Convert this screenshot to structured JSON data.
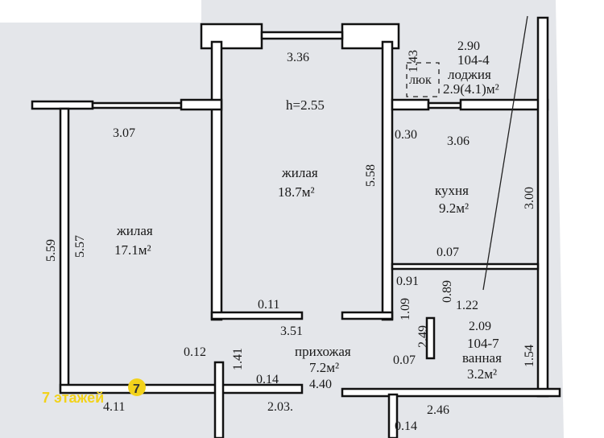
{
  "plan": {
    "height_label": "h=2.55",
    "rooms": {
      "living_left": {
        "name": "жилая",
        "area": "17.1м²"
      },
      "living_center": {
        "name": "жилая",
        "area": "18.7м²"
      },
      "kitchen": {
        "name": "кухня",
        "area": "9.2м²"
      },
      "loggia": {
        "code": "104-4",
        "name": "лоджия",
        "area": "2.9(4.1)м²",
        "hatch": "люк"
      },
      "hall": {
        "name": "прихожая",
        "area": "7.2м²"
      },
      "bath": {
        "code": "104-7",
        "name": "ванная",
        "area": "3.2м²"
      }
    },
    "dimensions": [
      "3.36",
      "2.90",
      "1.43",
      "3.07",
      "0.30",
      "3.06",
      "5.58",
      "3.00",
      "5.59",
      "5.57",
      "0.07",
      "0.91",
      "0.89",
      "1.22",
      "0.11",
      "1.09",
      "3.51",
      "2.09",
      "2.49",
      "0.12",
      "1.41",
      "0.07",
      "1.54",
      "0.14",
      "4.40",
      "4.11",
      "2.03.",
      "2.46",
      "0.14"
    ]
  },
  "badge": {
    "text": "7 этажей",
    "number": "7",
    "color": "#f2d21b"
  }
}
